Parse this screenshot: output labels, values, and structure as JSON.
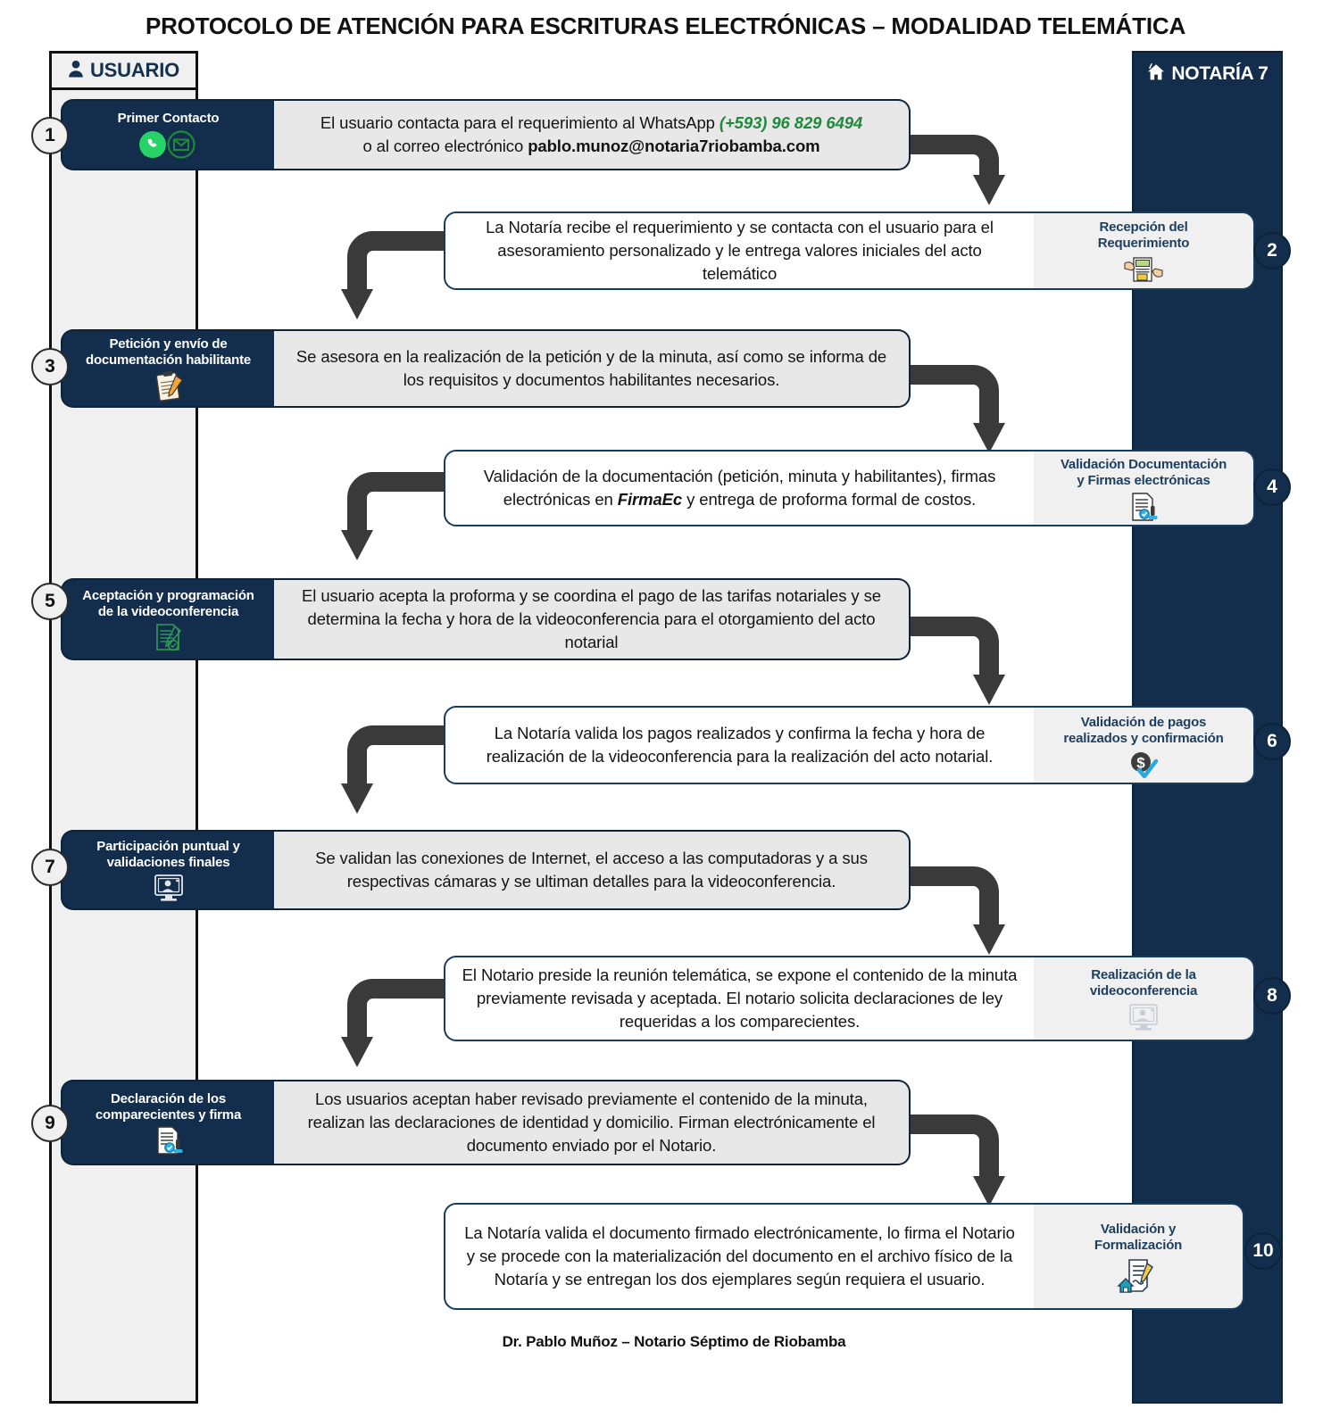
{
  "title": "PROTOCOLO DE ATENCIÓN PARA ESCRITURAS ELECTRÓNICAS – MODALIDAD TELEMÁTICA",
  "lanes": {
    "user": {
      "label": "USUARIO",
      "icon": "person-icon",
      "bg": "#f0f0f0",
      "text_color": "#14314f"
    },
    "notary": {
      "label": "NOTARÍA 7",
      "icon": "home-icon",
      "bg": "#122e4c",
      "text_color": "#ffffff"
    }
  },
  "colors": {
    "navy": "#122e4c",
    "gray_box": "#e8e8e8",
    "light_gray": "#f0f0f0",
    "connector": "#3a3a3a",
    "accent_green": "#1f8a3b",
    "accent_blue": "#29a8e0"
  },
  "steps": [
    {
      "number": "1",
      "side": "user",
      "tag_title": "Primer Contacto",
      "icons": [
        "whatsapp-icon",
        "email-icon"
      ],
      "body_plain": "El usuario contacta para el requerimiento al WhatsApp (+593) 96 829 6494 o al correo electrónico pablo.munoz@notaria7riobamba.com",
      "body_parts": [
        {
          "t": "El usuario contacta para el requerimiento al WhatsApp ",
          "s": "normal"
        },
        {
          "t": "(+593) 96 829 6494",
          "s": "green-bold-italic"
        },
        {
          "t": "\n o al correo electrónico ",
          "s": "normal"
        },
        {
          "t": "pablo.munoz@notaria7riobamba.com",
          "s": "bold"
        }
      ]
    },
    {
      "number": "2",
      "side": "notary",
      "tag_title": "Recepción del Requerimiento",
      "icons": [
        "hands-document-icon"
      ],
      "body_plain": "La Notaría recibe el requerimiento y se contacta con el usuario para el asesoramiento personalizado y le entrega valores iniciales del acto telemático",
      "body_parts": [
        {
          "t": "La Notaría recibe el requerimiento y se contacta con el usuario para el asesoramiento personalizado y le entrega valores iniciales del acto telemático",
          "s": "normal"
        }
      ]
    },
    {
      "number": "3",
      "side": "user",
      "tag_title": "Petición y envío de documentación habilitante",
      "icons": [
        "clipboard-pencil-icon"
      ],
      "body_plain": "Se asesora en la realización de la petición y de la minuta, así como se informa de los requisitos y documentos habilitantes necesarios.",
      "body_parts": [
        {
          "t": "Se asesora en la realización de la petición y de la minuta, así como se informa de los requisitos y documentos habilitantes necesarios.",
          "s": "normal"
        }
      ]
    },
    {
      "number": "4",
      "side": "notary",
      "tag_title": "Validación Documentación y Firmas electrónicas",
      "icons": [
        "document-seal-icon"
      ],
      "body_plain": "Validación de la documentación (petición, minuta y habilitantes), firmas electrónicas en FirmaEc y entrega de proforma formal de costos.",
      "body_parts": [
        {
          "t": "Validación de la documentación (petición, minuta y habilitantes), firmas electrónicas en ",
          "s": "normal"
        },
        {
          "t": "FirmaEc",
          "s": "bold-italic"
        },
        {
          "t": " y entrega de proforma formal de costos.",
          "s": "normal"
        }
      ]
    },
    {
      "number": "5",
      "side": "user",
      "tag_title": "Aceptación y programación de la videoconferencia",
      "icons": [
        "document-check-pencil-icon"
      ],
      "body_plain": "El usuario acepta la proforma y se coordina el pago de las tarifas notariales y se determina la fecha y hora de la videoconferencia para el otorgamiento del acto notarial",
      "body_parts": [
        {
          "t": "El usuario acepta la proforma y se coordina el pago de las tarifas notariales y se determina la fecha y hora de la videoconferencia para el otorgamiento del acto notarial",
          "s": "normal"
        }
      ]
    },
    {
      "number": "6",
      "side": "notary",
      "tag_title": "Validación de pagos realizados y confirmación",
      "icons": [
        "dollar-check-icon"
      ],
      "body_plain": "La Notaría valida los pagos realizados y confirma la fecha y hora de realización de la videoconferencia para la realización del acto notarial.",
      "body_parts": [
        {
          "t": "La Notaría valida los pagos realizados y confirma la fecha y hora de realización de la videoconferencia para la realización del acto notarial.",
          "s": "normal"
        }
      ]
    },
    {
      "number": "7",
      "side": "user",
      "tag_title": "Participación puntual y validaciones finales",
      "icons": [
        "videoconference-icon"
      ],
      "body_plain": "Se validan las conexiones de Internet, el acceso a las computadoras y a sus respectivas cámaras y se ultiman detalles para la videoconferencia.",
      "body_parts": [
        {
          "t": "Se validan las conexiones de Internet, el acceso a las computadoras y a sus respectivas cámaras y se ultiman detalles para la videoconferencia.",
          "s": "normal"
        }
      ]
    },
    {
      "number": "8",
      "side": "notary",
      "tag_title": "Realización de la videoconferencia",
      "icons": [
        "videoconference-icon"
      ],
      "body_plain": "El Notario preside la reunión telemática, se expone el contenido de la minuta previamente revisada y aceptada. El notario solicita declaraciones de ley requeridas a los comparecientes.",
      "body_parts": [
        {
          "t": "El Notario preside la reunión telemática, se expone el contenido de la minuta previamente revisada y aceptada. El notario solicita declaraciones de ley requeridas a los comparecientes.",
          "s": "normal"
        }
      ]
    },
    {
      "number": "9",
      "side": "user",
      "tag_title": "Declaración de los comparecientes y firma",
      "icons": [
        "document-seal-icon"
      ],
      "body_plain": "Los usuarios aceptan haber revisado previamente el contenido de la minuta, realizan las declaraciones de identidad y domicilio. Firman electrónicamente el documento enviado por el Notario.",
      "body_parts": [
        {
          "t": "Los usuarios aceptan haber revisado previamente el contenido de la minuta, realizan las declaraciones de identidad y domicilio. Firman electrónicamente el documento enviado por el Notario.",
          "s": "normal"
        }
      ]
    },
    {
      "number": "10",
      "side": "notary",
      "tag_title": "Validación y Formalización",
      "icons": [
        "house-document-pen-icon"
      ],
      "body_plain": "La Notaría valida el documento firmado electrónicamente, lo firma el Notario y se procede con la materialización del documento en el archivo físico de la Notaría y se entregan los dos ejemplares según requiera el usuario.",
      "body_parts": [
        {
          "t": "La Notaría valida el documento firmado electrónicamente, lo firma el Notario y se procede con la materialización del documento en el archivo físico de la Notaría y se entregan los dos ejemplares según requiera el usuario.",
          "s": "normal"
        }
      ]
    }
  ],
  "footer": "Dr. Pablo Muñoz – Notario Séptimo de Riobamba"
}
